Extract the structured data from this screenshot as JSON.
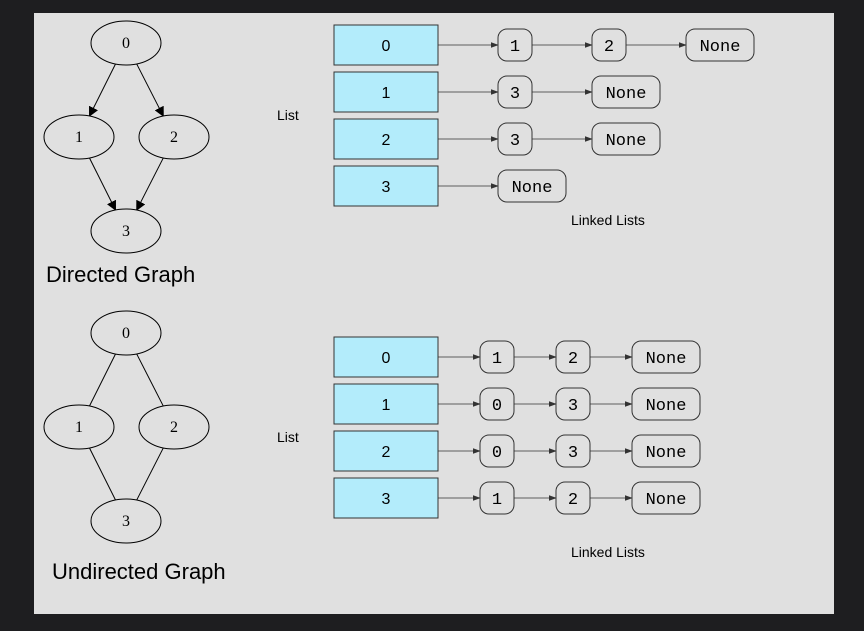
{
  "directed": {
    "caption": "Directed Graph",
    "nodes": [
      "0",
      "1",
      "2",
      "3"
    ],
    "edges": [
      [
        "0",
        "1"
      ],
      [
        "0",
        "2"
      ],
      [
        "1",
        "3"
      ],
      [
        "2",
        "3"
      ]
    ],
    "list_label": "List",
    "linked_lists_label": "Linked Lists",
    "rows": [
      {
        "index": "0",
        "chain": [
          "1",
          "2",
          "None"
        ]
      },
      {
        "index": "1",
        "chain": [
          "3",
          "None"
        ]
      },
      {
        "index": "2",
        "chain": [
          "3",
          "None"
        ]
      },
      {
        "index": "3",
        "chain": [
          "None"
        ]
      }
    ]
  },
  "undirected": {
    "caption": "Undirected Graph",
    "nodes": [
      "0",
      "1",
      "2",
      "3"
    ],
    "edges": [
      [
        "0",
        "1"
      ],
      [
        "0",
        "2"
      ],
      [
        "1",
        "3"
      ],
      [
        "2",
        "3"
      ]
    ],
    "list_label": "List",
    "linked_lists_label": "Linked Lists",
    "rows": [
      {
        "index": "0",
        "chain": [
          "1",
          "2",
          "None"
        ]
      },
      {
        "index": "1",
        "chain": [
          "0",
          "3",
          "None"
        ]
      },
      {
        "index": "2",
        "chain": [
          "0",
          "3",
          "None"
        ]
      },
      {
        "index": "3",
        "chain": [
          "1",
          "2",
          "None"
        ]
      }
    ]
  },
  "colors": {
    "list_cell_fill": "#b3ecfb",
    "canvas_background": "#e0e0e0",
    "page_background": "#1e1e20"
  }
}
